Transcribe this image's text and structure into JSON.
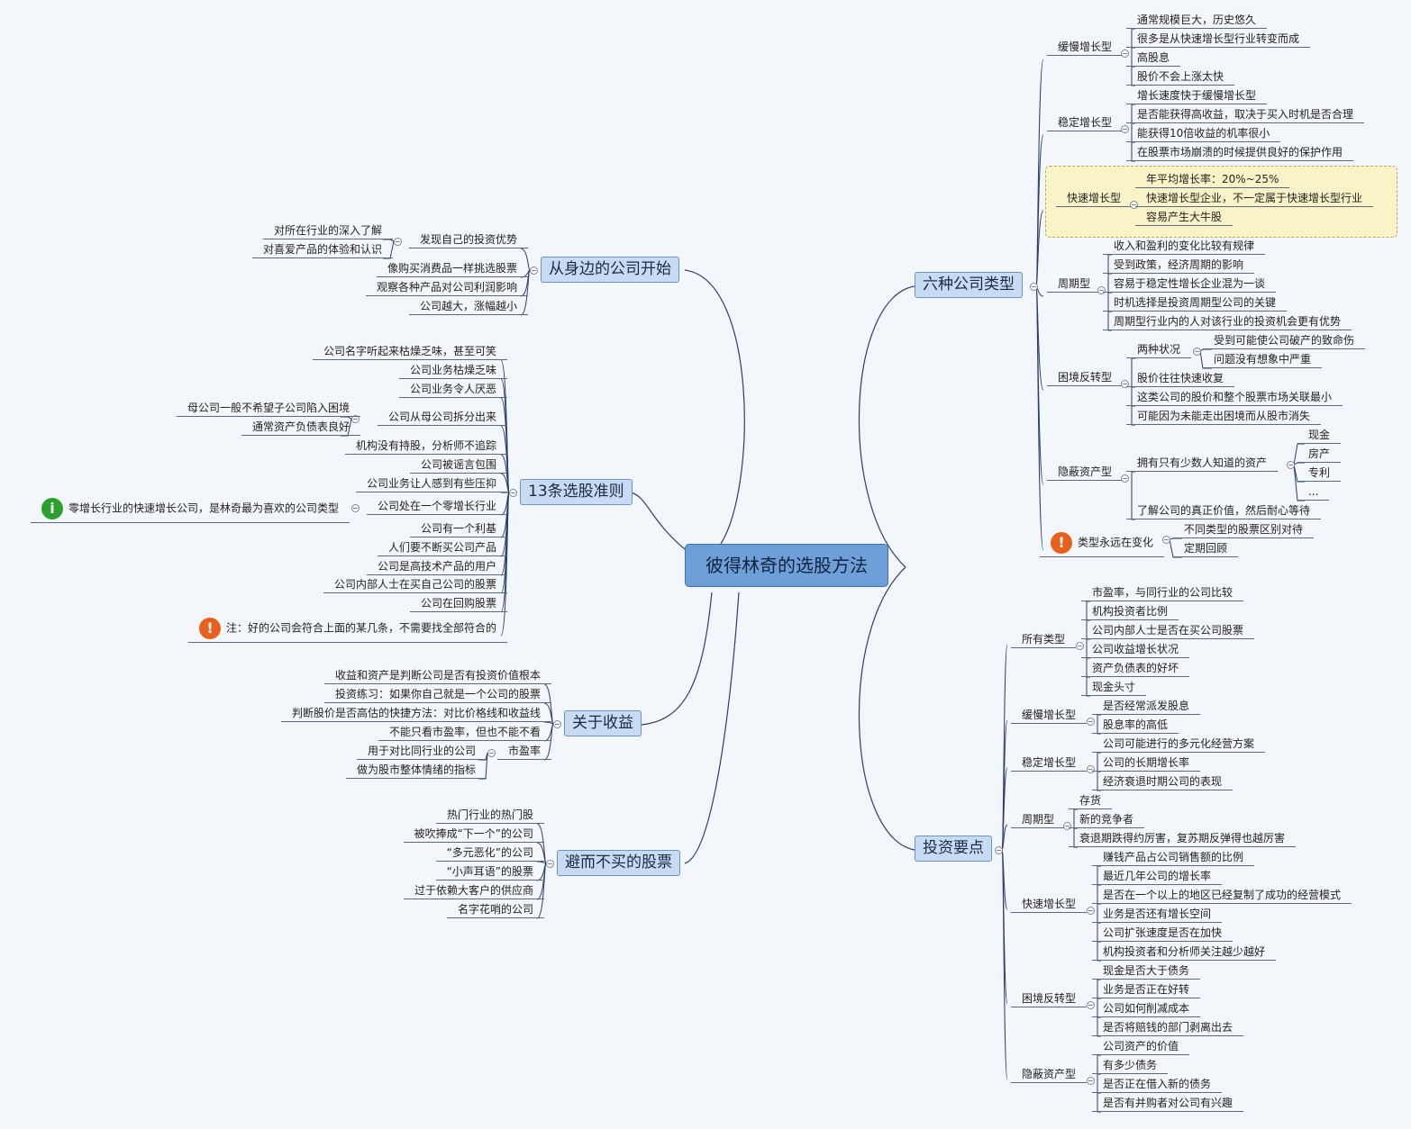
{
  "center": "彼得林奇的选股方法",
  "branches": {
    "six_types": {
      "label": "六种公司类型",
      "slow": {
        "label": "缓慢增长型",
        "items": [
          "通常规模巨大，历史悠久",
          "很多是从快速增长型行业转变而成",
          "高股息",
          "股价不会上涨太快"
        ]
      },
      "stalwart": {
        "label": "稳定增长型",
        "items": [
          "增长速度快于缓慢增长型",
          "是否能获得高收益，取决于买入时机是否合理",
          "能获得10倍收益的机率很小",
          "在股票市场崩溃的时候提供良好的保护作用"
        ]
      },
      "fast": {
        "label": "快速增长型",
        "items": [
          "年平均增长率：20%~25%",
          "快速增长型企业，不一定属于快速增长型行业",
          "容易产生大牛股"
        ]
      },
      "cyclical": {
        "label": "周期型",
        "items": [
          "收入和盈利的变化比较有规律",
          "受到政策，经济周期的影响",
          "容易于稳定性增长企业混为一谈",
          "时机选择是投资周期型公司的关键",
          "周期型行业内的人对该行业的投资机会更有优势"
        ]
      },
      "turnaround": {
        "label": "困境反转型",
        "two": "两种状况",
        "two_items": [
          "受到可能使公司破产的致命伤",
          "问题没有想象中严重"
        ],
        "items": [
          "股价往往快速收复",
          "这类公司的股价和整个股票市场关联最小",
          "可能因为未能走出困境而从股市消失"
        ]
      },
      "asset": {
        "label": "隐蔽资产型",
        "few": "拥有只有少数人知道的资产",
        "few_items": [
          "现金",
          "房产",
          "专利",
          "..."
        ],
        "know": "了解公司的真正价值，然后耐心等待"
      },
      "change": {
        "label": "类型永远在变化",
        "items": [
          "不同类型的股票区别对待",
          "定期回顾"
        ]
      }
    },
    "points": {
      "label": "投资要点",
      "all": {
        "label": "所有类型",
        "items": [
          "市盈率，与同行业的公司比较",
          "机构投资者比例",
          "公司内部人士是否在买公司股票",
          "公司收益增长状况",
          "资产负债表的好坏",
          "现金头寸"
        ]
      },
      "slow": {
        "label": "缓慢增长型",
        "items": [
          "是否经常派发股息",
          "股息率的高低"
        ]
      },
      "stalwart": {
        "label": "稳定增长型",
        "items": [
          "公司可能进行的多元化经营方案",
          "公司的长期增长率",
          "经济衰退时期公司的表现"
        ]
      },
      "cyclical": {
        "label": "周期型",
        "items": [
          "存货",
          "新的竞争者",
          "衰退期跌得约厉害，复苏期反弹得也越厉害"
        ]
      },
      "fast": {
        "label": "快速增长型",
        "items": [
          "赚钱产品占公司销售额的比例",
          "最近几年公司的增长率",
          "是否在一个以上的地区已经复制了成功的经营模式",
          "业务是否还有增长空间",
          "公司扩张速度是否在加快",
          "机构投资者和分析师关注越少越好"
        ]
      },
      "turnaround": {
        "label": "困境反转型",
        "items": [
          "现金是否大于债务",
          "业务是否正在好转",
          "公司如何削减成本",
          "是否将赔钱的部门剥离出去"
        ]
      },
      "asset": {
        "label": "隐蔽资产型",
        "items": [
          "公司资产的价值",
          "有多少债务",
          "是否正在借入新的债务",
          "是否有并购者对公司有兴趣"
        ]
      }
    },
    "start": {
      "label": "从身边的公司开始",
      "edge": "发现自己的投资优势",
      "edge_items": [
        "对所在行业的深入了解",
        "对喜爱产品的体验和认识"
      ],
      "items": [
        "像购买消费品一样挑选股票",
        "观察各种产品对公司利润影响",
        "公司越大，涨幅越小"
      ]
    },
    "rules": {
      "label": "13条选股准则",
      "items": [
        "公司名字听起来枯燥乏味，甚至可笑",
        "公司业务枯燥乏味",
        "公司业务令人厌恶",
        "公司从母公司拆分出来",
        "机构没有持股，分析师不追踪",
        "公司被谣言包围",
        "公司业务让人感到有些压抑",
        "公司处在一个零增长行业",
        "公司有一个利基",
        "人们要不断买公司产品",
        "公司是高技术产品的用户",
        "公司内部人士在买自己公司的股票",
        "公司在回购股票"
      ],
      "spin_items": [
        "母公司一般不希望子公司陷入困境",
        "通常资产负债表良好"
      ],
      "zero_note": "零增长行业的快速增长公司，是林奇最为喜欢的公司类型",
      "note": "注：好的公司会符合上面的某几条，不需要找全部符合的"
    },
    "earnings": {
      "label": "关于收益",
      "items": [
        "收益和资产是判断公司是否有投资价值根本",
        "投资练习：如果你自己就是一个公司的股票",
        "判断股价是否高估的快捷方法：对比价格线和收益线",
        "不能只看市盈率，但也不能不看"
      ],
      "pe": "市盈率",
      "pe_items": [
        "用于对比同行业的公司",
        "做为股市整体情绪的指标"
      ]
    },
    "avoid": {
      "label": "避而不买的股票",
      "items": [
        "热门行业的热门股",
        "被吹捧成“下一个”的公司",
        "“多元恶化”的公司",
        "“小声耳语”的股票",
        "过于依赖大客户的供应商",
        "名字花哨的公司"
      ]
    }
  },
  "colors": {
    "background": "#f3f6fa",
    "branch": "#c7dbf3",
    "center": "#6f9fd8",
    "line": "#2a3f6a",
    "highlight": "#faf3c8",
    "warn": "#e8601c",
    "info": "#2ca02c"
  },
  "icons": [
    "warning-icon",
    "info-icon",
    "collapse-icon"
  ]
}
